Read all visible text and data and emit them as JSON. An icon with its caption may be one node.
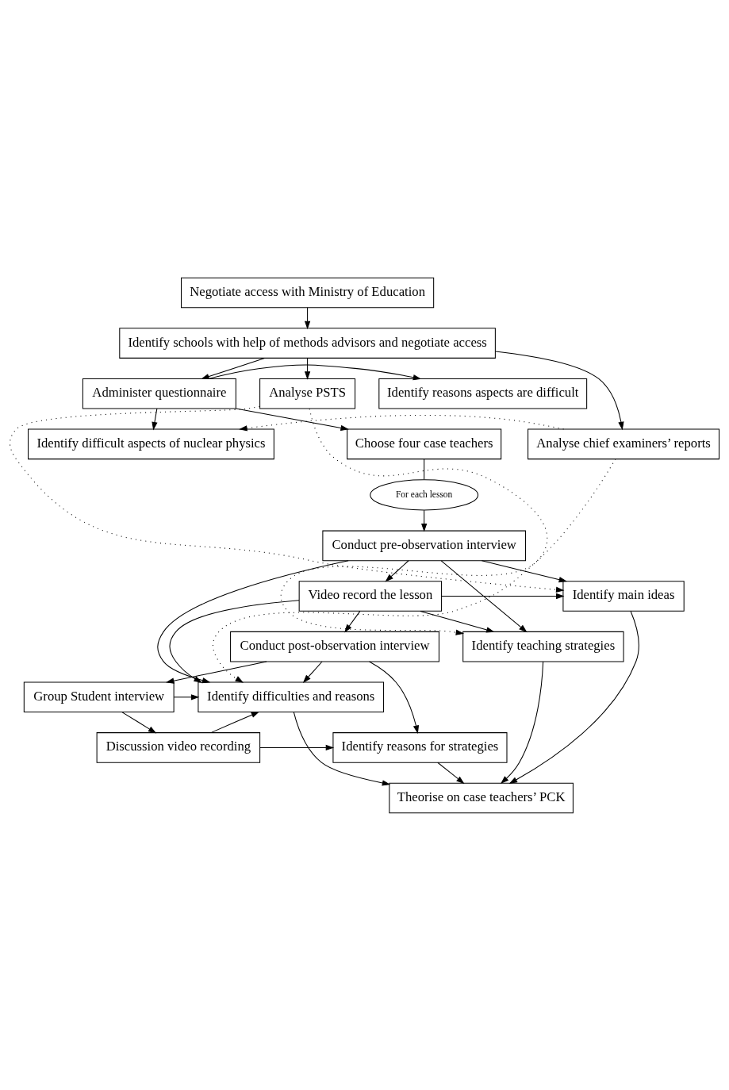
{
  "diagram": {
    "nodes": [
      {
        "text": [
          "Negotiate access with Ministry of Education"
        ]
      },
      {
        "text": [
          "Identify schools with help of methods advisors and negotiate access"
        ]
      },
      {
        "text": [
          "Administer questionnaire"
        ]
      },
      {
        "text": [
          "Identify reasons aspects are difficult"
        ]
      },
      {
        "text": [
          "Analyse chief examiners’ reports"
        ]
      },
      {
        "text": [
          "Choose four case teachers"
        ]
      },
      {
        "text": [
          "Identify difficult aspects of nuclear physics"
        ]
      },
      {
        "text": [
          "Analyse PSTS"
        ]
      },
      {
        "text": [
          "For each lesson"
        ]
      },
      {
        "text": [
          "Conduct pre-observation interview"
        ]
      },
      {
        "text": [
          "Identify main ideas"
        ]
      },
      {
        "text": [
          "Video record the lesson"
        ]
      },
      {
        "text": [
          "Identify teaching strategies"
        ]
      },
      {
        "text": [
          "Conduct post-observation interview"
        ]
      },
      {
        "text": [
          "Theorise on case teachers’ PCK"
        ]
      },
      {
        "text": [
          "Identify difficulties and reasons"
        ]
      },
      {
        "text": [
          "Group Student interview"
        ]
      },
      {
        "text": [
          "Discussion video recording"
        ]
      },
      {
        "text": [
          "Identify reasons for strategies"
        ]
      }
    ],
    "edges": [
      {
        "from": 0,
        "to": 1,
        "arrow": "to"
      },
      {
        "from": 1,
        "to": 2,
        "arrow": "to"
      },
      {
        "from": 1,
        "to": 4,
        "arrow": "to"
      },
      {
        "from": 1,
        "to": 7,
        "arrow": "to"
      },
      {
        "from": 2,
        "to": 3,
        "arrow": "to"
      },
      {
        "from": 2,
        "to": 5,
        "arrow": "to"
      },
      {
        "from": 2,
        "to": 6,
        "arrow": "to"
      },
      {
        "from": 4,
        "to": 6,
        "arrow": "to",
        "style": "dashed"
      },
      {
        "from": 5,
        "to": 8,
        "arrow": "none"
      },
      {
        "from": 8,
        "to": 9,
        "arrow": "to"
      },
      {
        "from": 9,
        "to": 11,
        "arrow": "to"
      },
      {
        "from": 9,
        "to": 10,
        "arrow": "to"
      },
      {
        "from": 9,
        "to": 12,
        "arrow": "to"
      },
      {
        "from": 9,
        "to": 15,
        "arrow": "to"
      },
      {
        "from": 11,
        "to": 13,
        "arrow": "to"
      },
      {
        "from": 11,
        "to": 10,
        "arrow": "to"
      },
      {
        "from": 11,
        "to": 12,
        "arrow": "to"
      },
      {
        "from": 11,
        "to": 15,
        "arrow": "to"
      },
      {
        "from": 13,
        "to": 16,
        "arrow": "to"
      },
      {
        "from": 13,
        "to": 15,
        "arrow": "to"
      },
      {
        "from": 13,
        "to": 18,
        "arrow": "to"
      },
      {
        "from": 16,
        "to": 17,
        "arrow": "to"
      },
      {
        "from": 16,
        "to": 15,
        "arrow": "to"
      },
      {
        "from": 17,
        "to": 15,
        "arrow": "to"
      },
      {
        "from": 17,
        "to": 18,
        "arrow": "to"
      },
      {
        "from": 7,
        "to": 10,
        "arrow": "to",
        "style": "dashed"
      },
      {
        "from": 7,
        "to": 12,
        "arrow": "to",
        "style": "dashed"
      },
      {
        "from": 4,
        "to": 15,
        "arrow": "to",
        "style": "dashed"
      },
      {
        "from": 10,
        "to": 14,
        "arrow": "to"
      },
      {
        "from": 12,
        "to": 14,
        "arrow": "to"
      },
      {
        "from": 15,
        "to": 14,
        "arrow": "to"
      },
      {
        "from": 18,
        "to": 14,
        "arrow": "to"
      }
    ]
  }
}
